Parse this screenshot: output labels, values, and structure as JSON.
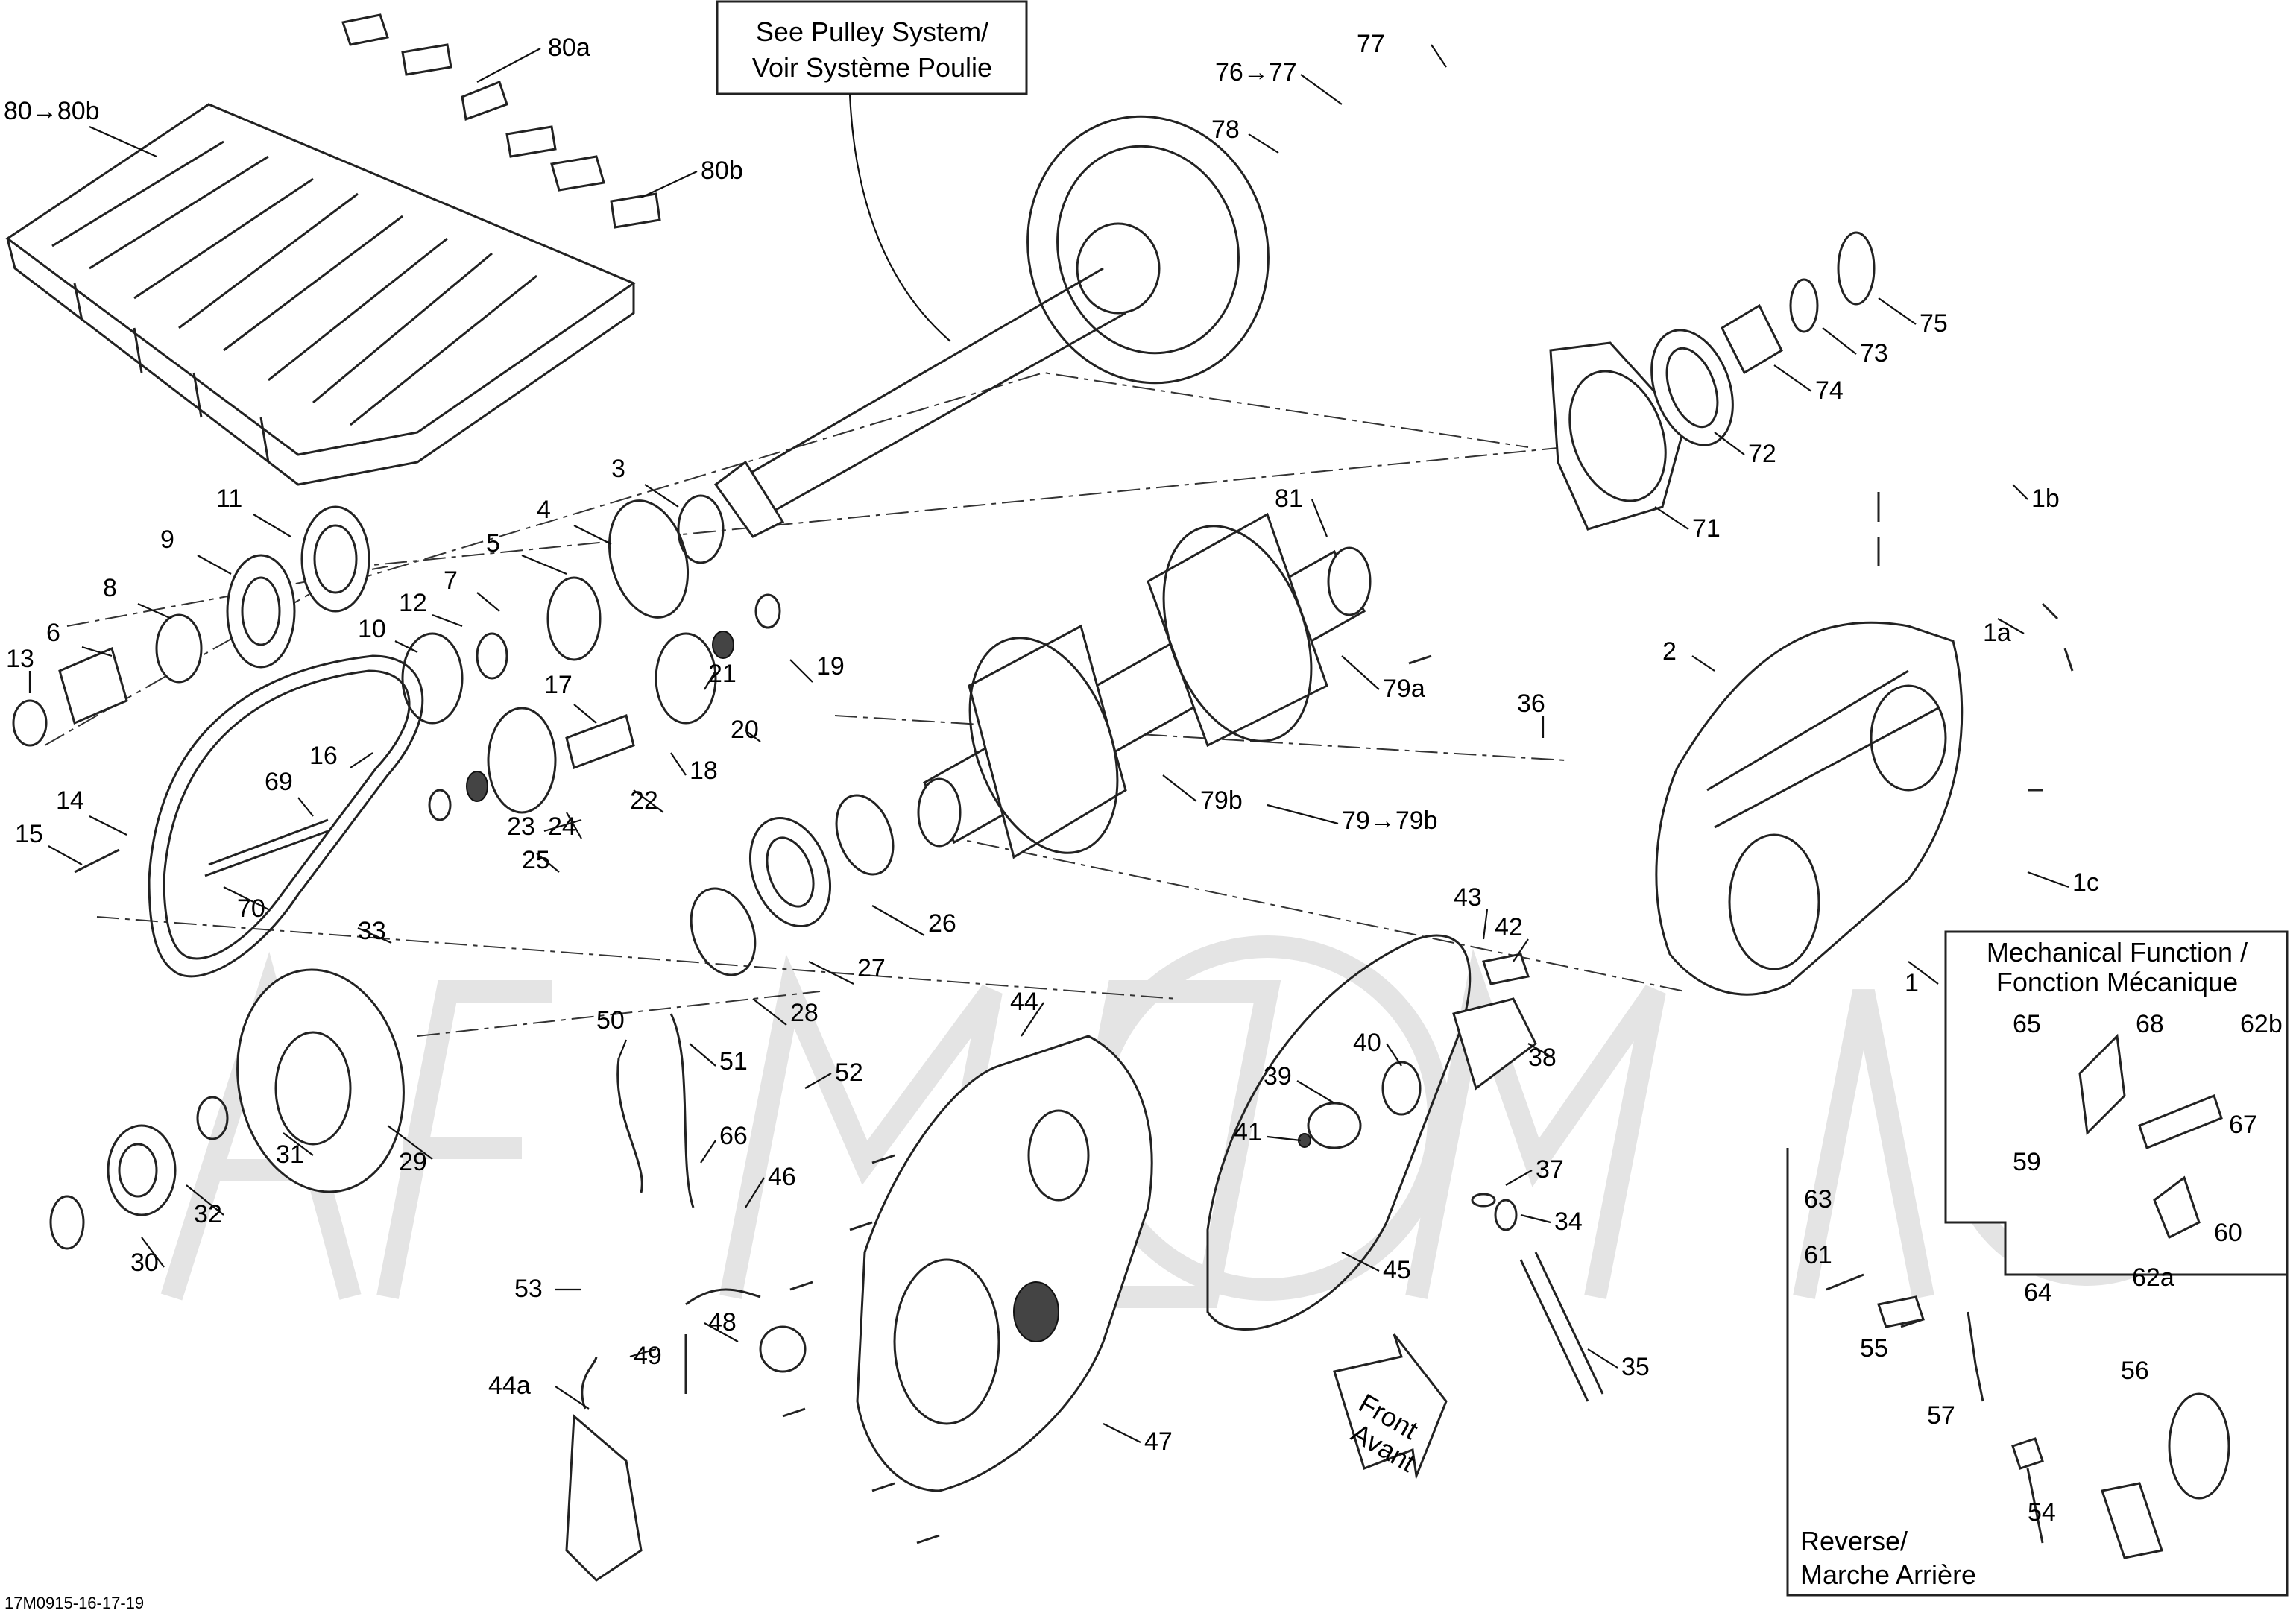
{
  "notes": {
    "pulley": [
      "See Pulley System/",
      "Voir Système Poulie"
    ],
    "mechanical": [
      "Mechanical Function /",
      "Fonction Mécanique"
    ],
    "reverse": [
      "Reverse/",
      "Marche Arrière"
    ],
    "front": [
      "Front",
      "Avant"
    ],
    "code": "17M0915-16-17-19"
  },
  "callouts": [
    "80a",
    "80→80b",
    "80b",
    "77",
    "76→77",
    "78",
    "75",
    "73",
    "74",
    "72",
    "71",
    "81",
    "79a",
    "79b",
    "79→79b",
    "3",
    "4",
    "5",
    "7",
    "12",
    "10",
    "11",
    "9",
    "8",
    "6",
    "13",
    "16",
    "17",
    "18",
    "19",
    "20",
    "21",
    "22",
    "23",
    "24",
    "25",
    "26",
    "27",
    "28",
    "14",
    "15",
    "69",
    "70",
    "33",
    "29",
    "31",
    "32",
    "30",
    "1b",
    "1a",
    "1c",
    "1",
    "2",
    "36",
    "43",
    "42",
    "38",
    "39",
    "40",
    "41",
    "37",
    "34",
    "35",
    "45",
    "44",
    "44a",
    "46",
    "47",
    "48",
    "49",
    "50",
    "51",
    "52",
    "53",
    "66",
    "65",
    "68",
    "62b",
    "67",
    "59",
    "60",
    "62a",
    "63",
    "61",
    "64",
    "55",
    "56",
    "57",
    "54"
  ]
}
